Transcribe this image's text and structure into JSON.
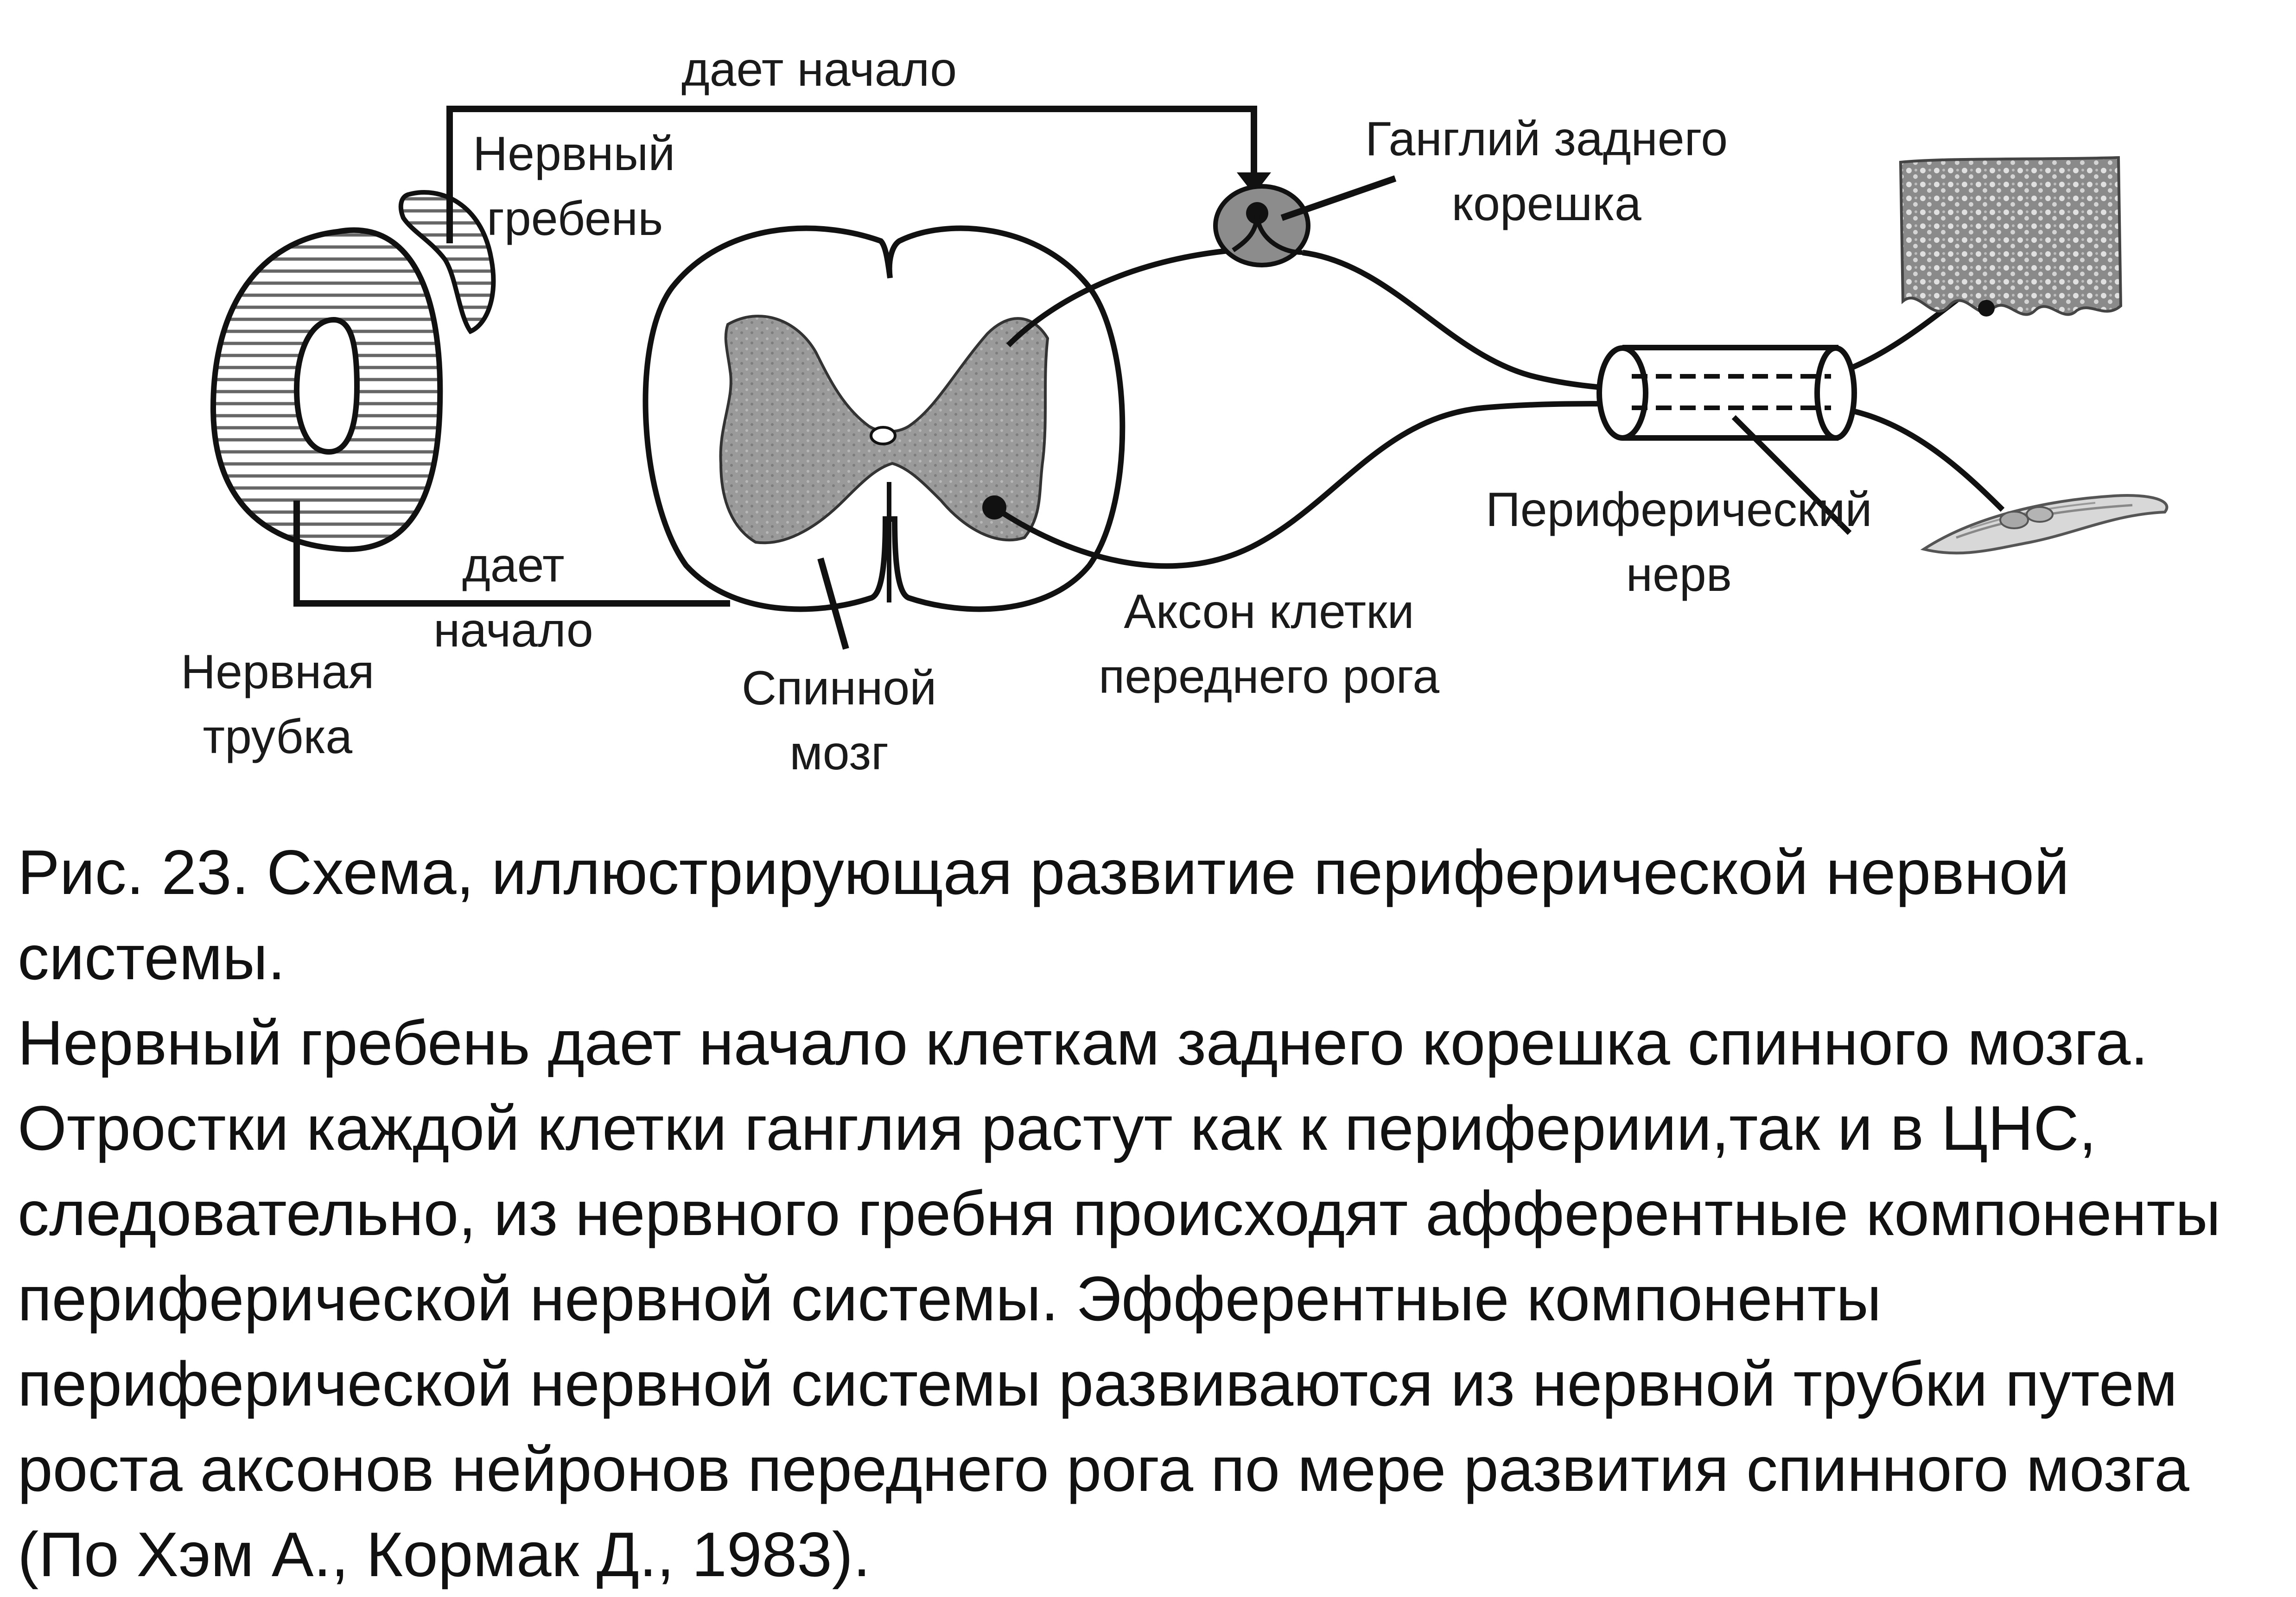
{
  "labels": {
    "gives_rise_top": "дает начало",
    "neural_crest": [
      "Нервный",
      "гребень"
    ],
    "ganglion": [
      "Ганглий заднего",
      "корешка"
    ],
    "gives_rise_bottom": [
      "дает",
      "начало"
    ],
    "neural_tube": [
      "Нервная",
      "трубка"
    ],
    "spinal_cord": [
      "Спинной",
      "мозг"
    ],
    "axon": [
      "Аксон клетки",
      "переднего рога"
    ],
    "peripheral_nerve": [
      "Периферический",
      "нерв"
    ]
  },
  "caption": {
    "title": "Рис. 23. Схема, иллюстрирующая развитие периферической нервной системы.",
    "body": "Нервный гребень дает начало клеткам заднего корешка спинного мозга. Отростки каждой клетки ганглия растут как к перифериии,так и в ЦНС, следовательно, из нервного гребня происходят афферентные компоненты периферической нервной системы. Эфферентные компоненты периферической нервной системы развиваются из нервной трубки путем роста аксонов нейронов переднего рога по мере развития спинного мозга (По Хэм А., Кормак Д., 1983)."
  },
  "colors": {
    "ink": "#111111",
    "gray_matter": "#9a9a9a",
    "hatch": "#666666",
    "ganglion": "#8c8c8c",
    "background": "#ffffff"
  }
}
